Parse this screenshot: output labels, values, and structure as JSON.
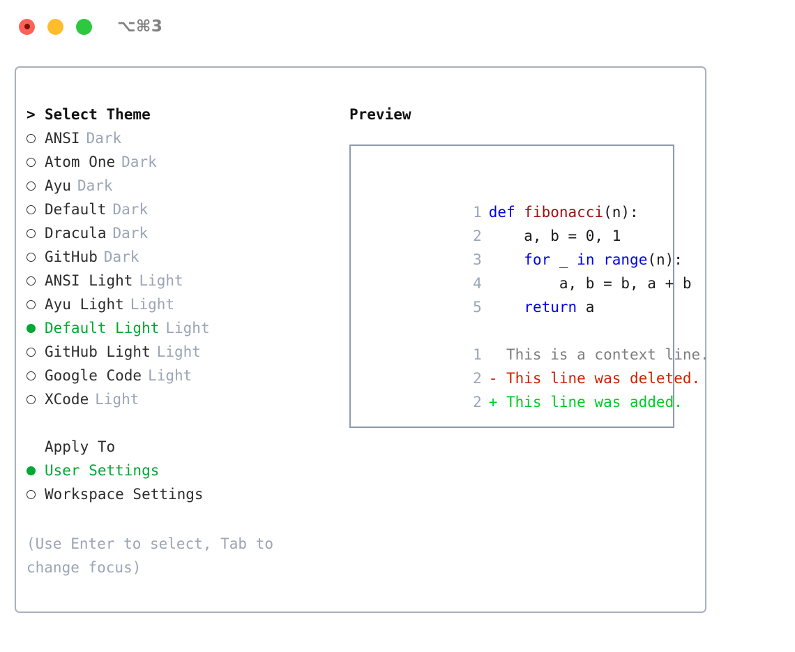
{
  "window": {
    "title": "⌥⌘3",
    "traffic_lights": [
      {
        "name": "close",
        "color": "#ff6057"
      },
      {
        "name": "minimize",
        "color": "#ffbd2e"
      },
      {
        "name": "maximize",
        "color": "#2cc840"
      }
    ]
  },
  "colors": {
    "accent_green": "#00a733",
    "tag_gray": "#9aa5b5",
    "border": "#a6b0bf",
    "preview_border": "#8e9aab",
    "keyword_blue": "#0000ee",
    "function_red": "#a01010",
    "diff_removed": "#cc2200",
    "diff_added": "#00cc22",
    "context_gray": "#7d7d7d"
  },
  "theme_list": {
    "heading": "Select Theme",
    "heading_marker": ">",
    "items": [
      {
        "label": "ANSI",
        "tag": "Dark",
        "selected": false
      },
      {
        "label": "Atom One",
        "tag": "Dark",
        "selected": false
      },
      {
        "label": "Ayu",
        "tag": "Dark",
        "selected": false
      },
      {
        "label": "Default",
        "tag": "Dark",
        "selected": false
      },
      {
        "label": "Dracula",
        "tag": "Dark",
        "selected": false
      },
      {
        "label": "GitHub",
        "tag": "Dark",
        "selected": false
      },
      {
        "label": "ANSI Light",
        "tag": "Light",
        "selected": false
      },
      {
        "label": "Ayu Light",
        "tag": "Light",
        "selected": false
      },
      {
        "label": "Default Light",
        "tag": "Light",
        "selected": true
      },
      {
        "label": "GitHub Light",
        "tag": "Light",
        "selected": false
      },
      {
        "label": "Google Code",
        "tag": "Light",
        "selected": false
      },
      {
        "label": "XCode",
        "tag": "Light",
        "selected": false
      }
    ]
  },
  "apply_to": {
    "heading": "Apply To",
    "items": [
      {
        "label": "User Settings",
        "selected": true
      },
      {
        "label": "Workspace Settings",
        "selected": false
      }
    ]
  },
  "help": {
    "text": "(Use Enter to select, Tab to change focus)"
  },
  "preview": {
    "title": "Preview",
    "code_lines": [
      {
        "num": "1",
        "tokens": [
          {
            "t": "def ",
            "c": "kw"
          },
          {
            "t": "fibonacci",
            "c": "fn"
          },
          {
            "t": "(n):",
            "c": "pl"
          }
        ]
      },
      {
        "num": "2",
        "tokens": [
          {
            "t": "    a, b = 0, 1",
            "c": "pl"
          }
        ]
      },
      {
        "num": "3",
        "tokens": [
          {
            "t": "    ",
            "c": "pl"
          },
          {
            "t": "for",
            "c": "kw"
          },
          {
            "t": " _ ",
            "c": "pl"
          },
          {
            "t": "in",
            "c": "kw"
          },
          {
            "t": " ",
            "c": "pl"
          },
          {
            "t": "range",
            "c": "kw"
          },
          {
            "t": "(n):",
            "c": "pl"
          }
        ]
      },
      {
        "num": "4",
        "tokens": [
          {
            "t": "        a, b = b, a + b",
            "c": "pl"
          }
        ]
      },
      {
        "num": "5",
        "tokens": [
          {
            "t": "    ",
            "c": "pl"
          },
          {
            "t": "return",
            "c": "kw"
          },
          {
            "t": " a",
            "c": "pl"
          }
        ]
      }
    ],
    "diff_lines": [
      {
        "num": "1",
        "text": "  This is a context line.",
        "kind": "ctx"
      },
      {
        "num": "2",
        "text": "- This line was deleted.",
        "kind": "del"
      },
      {
        "num": "2",
        "text": "+ This line was added.",
        "kind": "add"
      }
    ]
  }
}
